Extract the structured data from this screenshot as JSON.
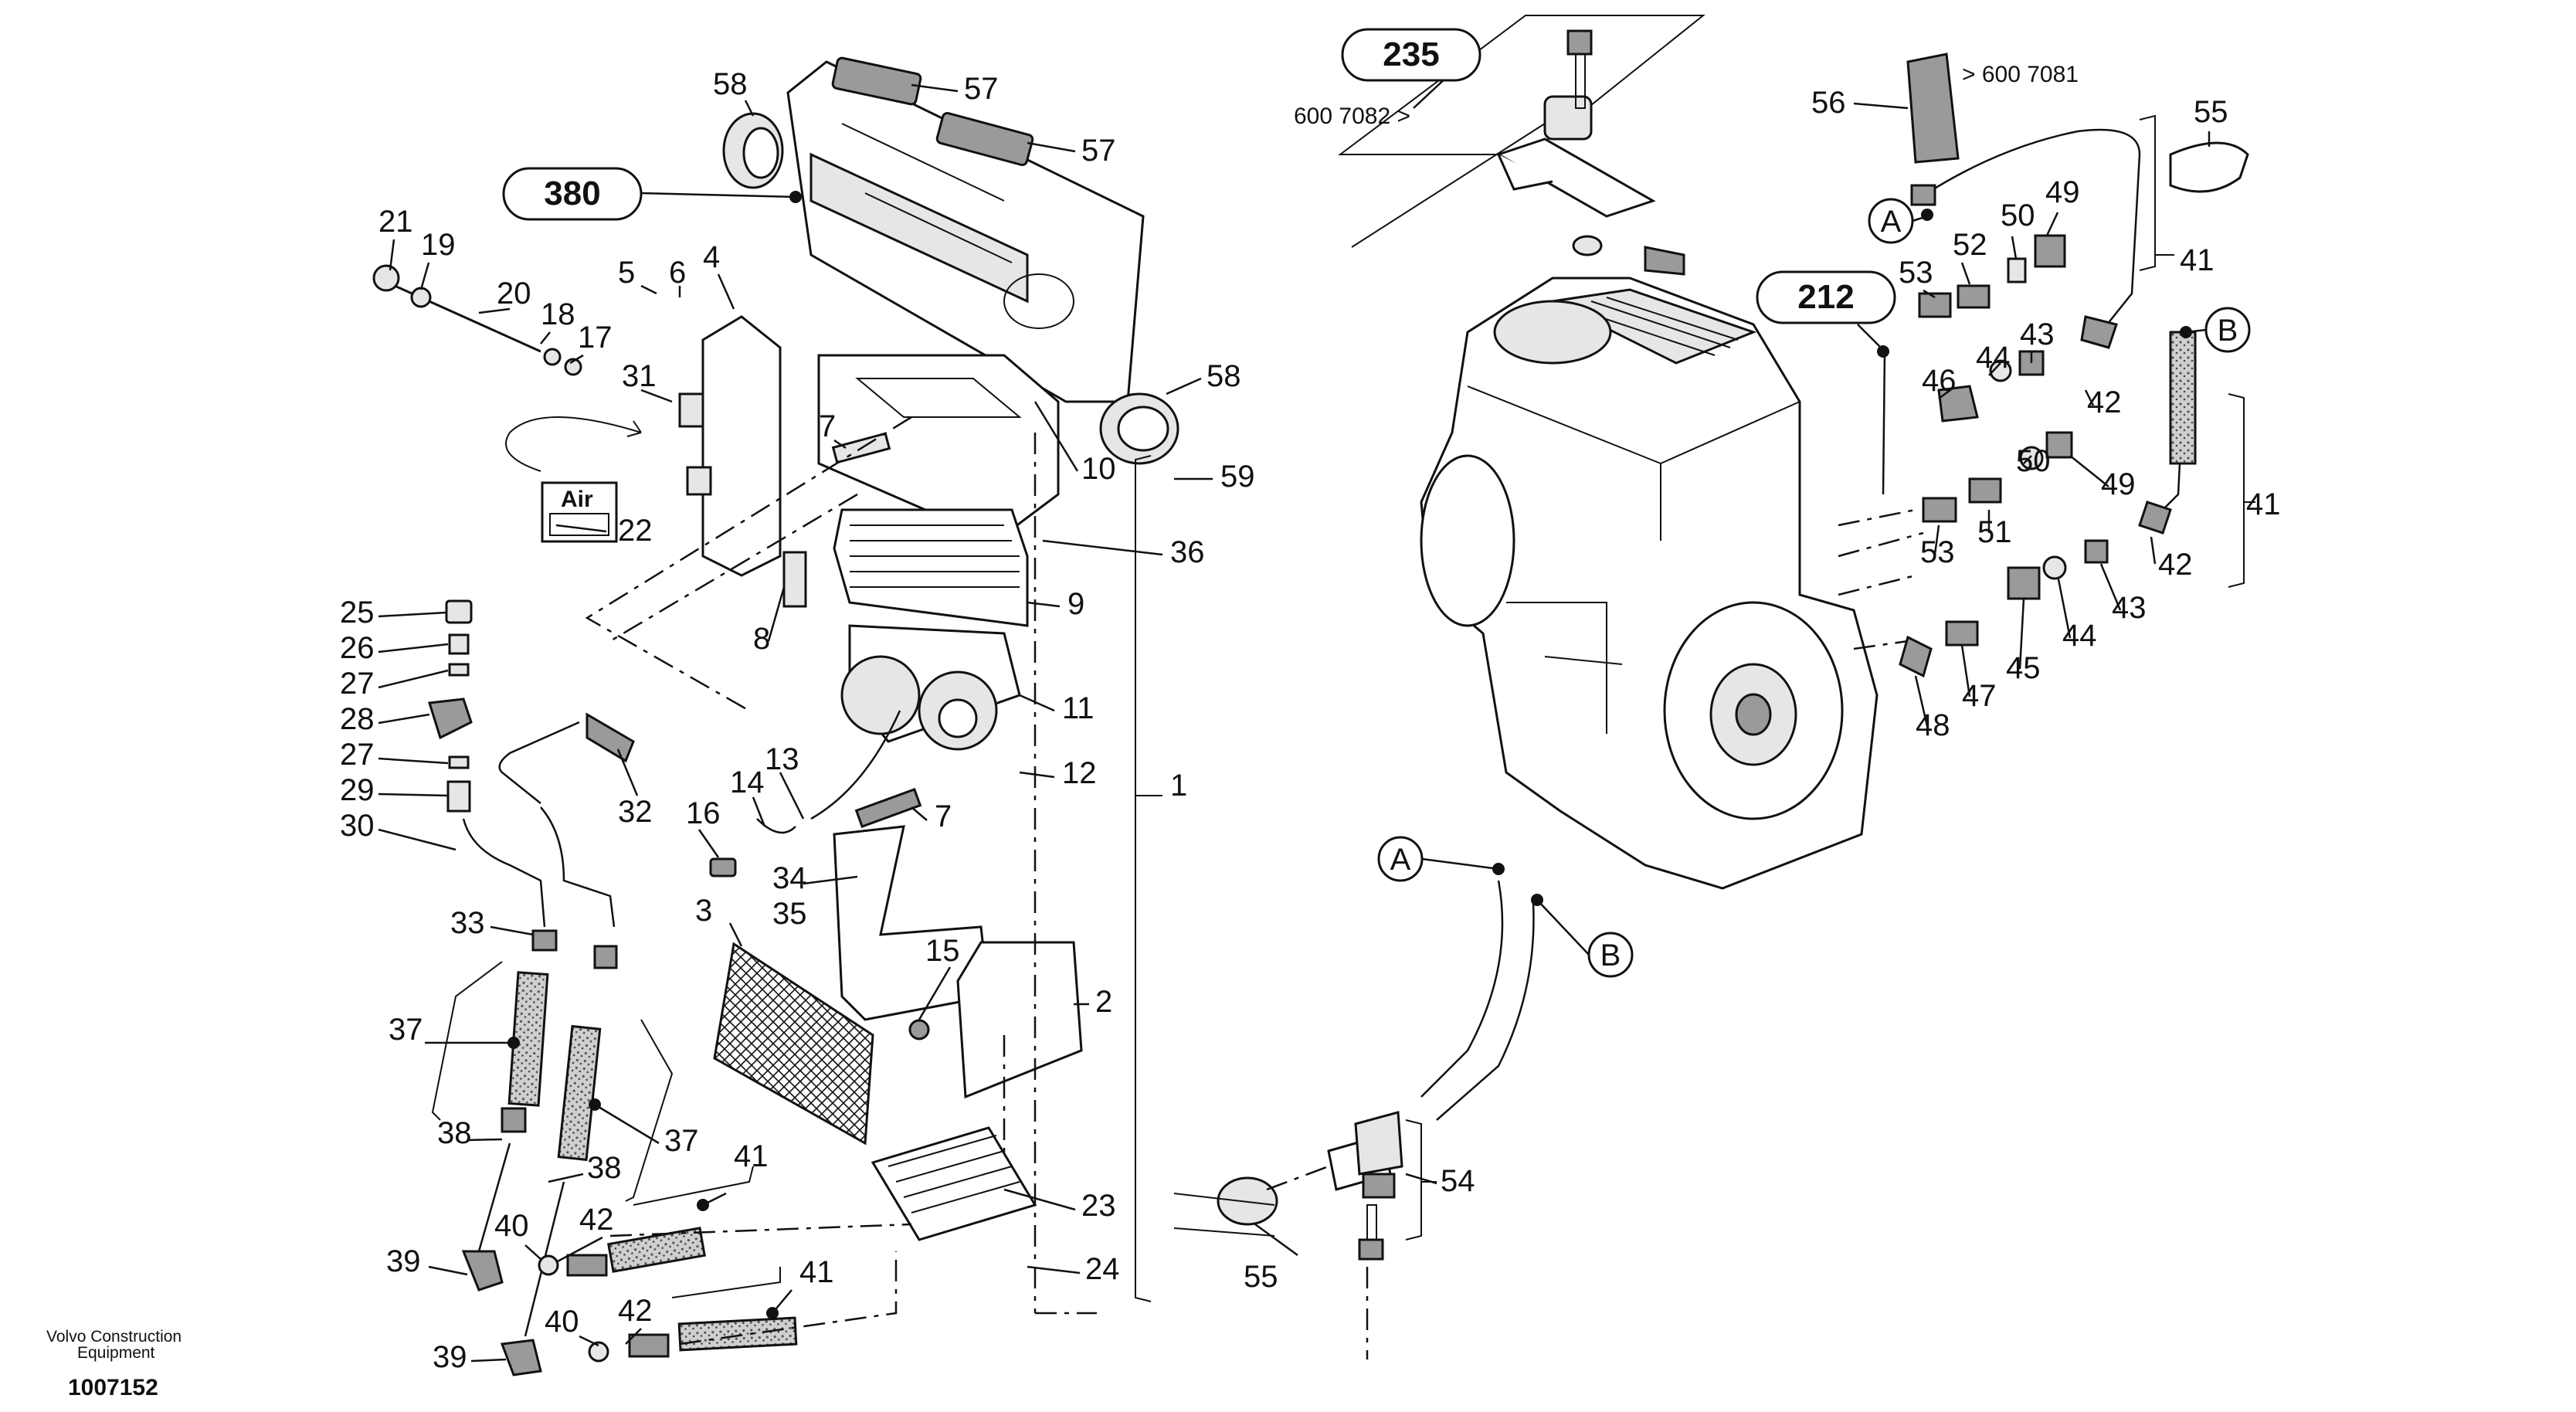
{
  "footer": {
    "brand_line1": "Volvo Construction",
    "brand_line2": "Equipment",
    "drawing_number": "1007152"
  },
  "badges": {
    "b380": "380",
    "b235": "235",
    "b212": "212"
  },
  "connectors": {
    "a": "A",
    "b": "B"
  },
  "serials": {
    "before": "600 7082 >",
    "after": "> 600 7081"
  },
  "panel_label": "Air",
  "callouts": {
    "c58a": "58",
    "c57a": "57",
    "c57b": "57",
    "c21": "21",
    "c19": "19",
    "c20": "20",
    "c18": "18",
    "c17": "17",
    "c5": "5",
    "c6": "6",
    "c4": "4",
    "c31": "31",
    "c22": "22",
    "c58b": "58",
    "c10": "10",
    "c59": "59",
    "c7a": "7",
    "c36": "36",
    "c9": "9",
    "c8": "8",
    "c25": "25",
    "c26": "26",
    "c27a": "27",
    "c28": "28",
    "c27b": "27",
    "c29": "29",
    "c30": "30",
    "c32": "32",
    "c11": "11",
    "c12": "12",
    "c13": "13",
    "c14": "14",
    "c16": "16",
    "c7b": "7",
    "c1": "1",
    "c34": "34",
    "c35": "35",
    "c3": "3",
    "c15": "15",
    "c2": "2",
    "c33": "33",
    "c37a": "37",
    "c37b": "37",
    "c38a": "38",
    "c38b": "38",
    "c41a": "41",
    "c42a": "42",
    "c40a": "40",
    "c39a": "39",
    "c23": "23",
    "c24": "24",
    "c41b": "41",
    "c42b": "42",
    "c40b": "40",
    "c39b": "39",
    "c56": "56",
    "c55a": "55",
    "c49a": "49",
    "c50a": "50",
    "c52": "52",
    "c53a": "53",
    "c41c": "41",
    "c43a": "43",
    "c44a": "44",
    "c46": "46",
    "c42c": "42",
    "c50b": "50",
    "c49b": "49",
    "c51": "51",
    "c53b": "53",
    "c41d": "41",
    "c42d": "42",
    "c43b": "43",
    "c44b": "44",
    "c45": "45",
    "c47": "47",
    "c48": "48",
    "c54": "54",
    "c55b": "55"
  }
}
